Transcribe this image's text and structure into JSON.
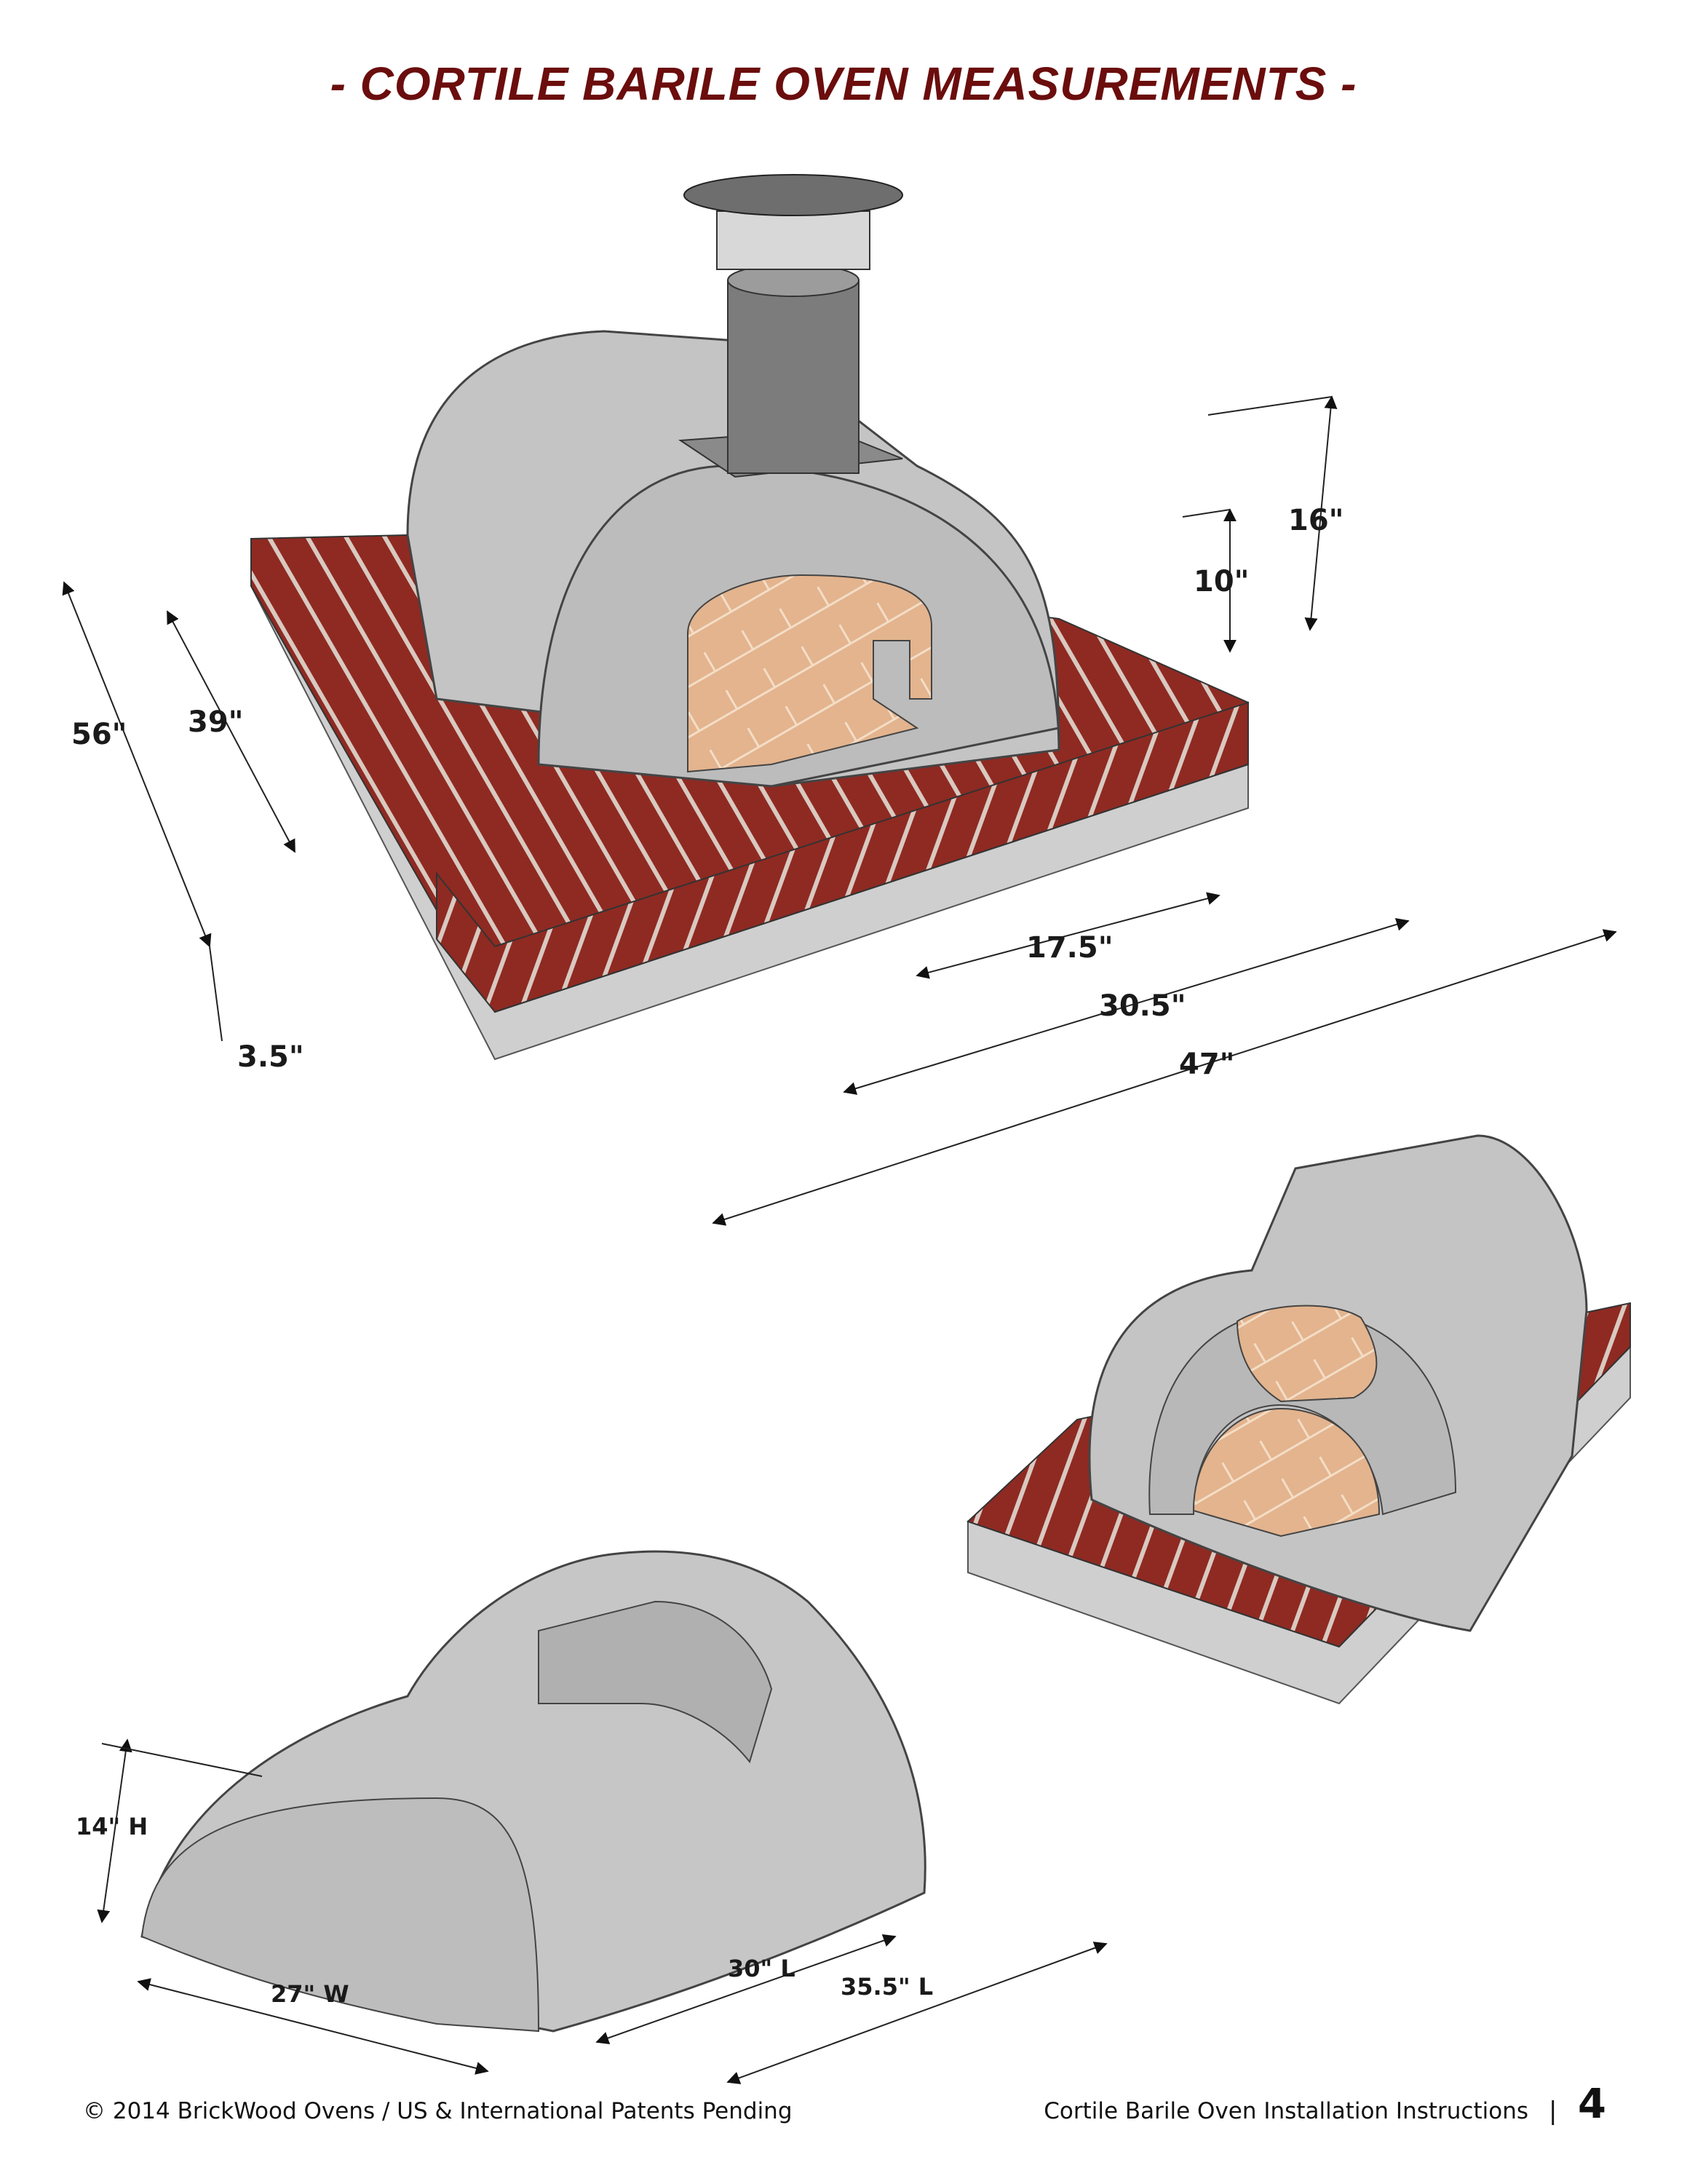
{
  "title": "- CORTILE BARILE OVEN MEASUREMENTS -",
  "colors": {
    "title": "#6b0d0d",
    "brick": "#8e2a22",
    "dome": "#c4c4c4",
    "floor": "#e3b48e",
    "base": "#cfcfcf"
  },
  "main_diagram": {
    "dimensions": {
      "depth_outer": "56\"",
      "depth_inner": "39\"",
      "hearth_height": "3.5\"",
      "opening_width": "17.5\"",
      "inner_width": "30.5\"",
      "outer_width": "47\"",
      "opening_height": "10\"",
      "dome_height": "16\""
    }
  },
  "dome_diagram": {
    "dimensions": {
      "height": "14\" H",
      "width": "27\" W",
      "length_inner": "30\" L",
      "length_outer": "35.5\" L"
    }
  },
  "footer": {
    "left": "© 2014 BrickWood Ovens / US & International Patents Pending",
    "right": "Cortile Barile Oven Installation Instructions",
    "separator": "|",
    "page_number": "4"
  }
}
